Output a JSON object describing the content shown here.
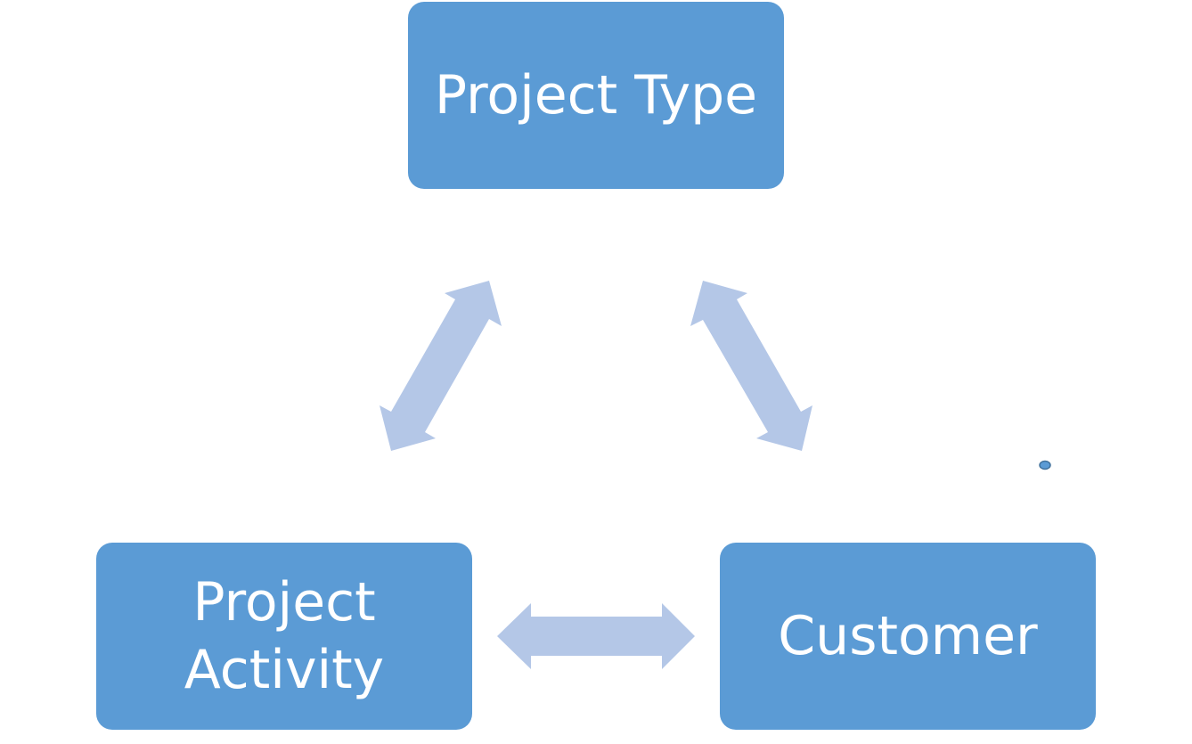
{
  "nodes": {
    "project_type": {
      "label": "Project Type"
    },
    "project_activity": {
      "label_line1": "Project",
      "label_line2": "Activity"
    },
    "customer": {
      "label": "Customer"
    }
  },
  "colors": {
    "node_fill": "#5b9bd5",
    "node_text": "#ffffff",
    "arrow_fill": "#b4c7e7",
    "dot_fill": "#5b9bd5",
    "dot_stroke": "#41719c"
  },
  "connections": [
    {
      "from": "project_type",
      "to": "project_activity",
      "type": "bidirectional"
    },
    {
      "from": "project_type",
      "to": "customer",
      "type": "bidirectional"
    },
    {
      "from": "project_activity",
      "to": "customer",
      "type": "bidirectional"
    }
  ]
}
